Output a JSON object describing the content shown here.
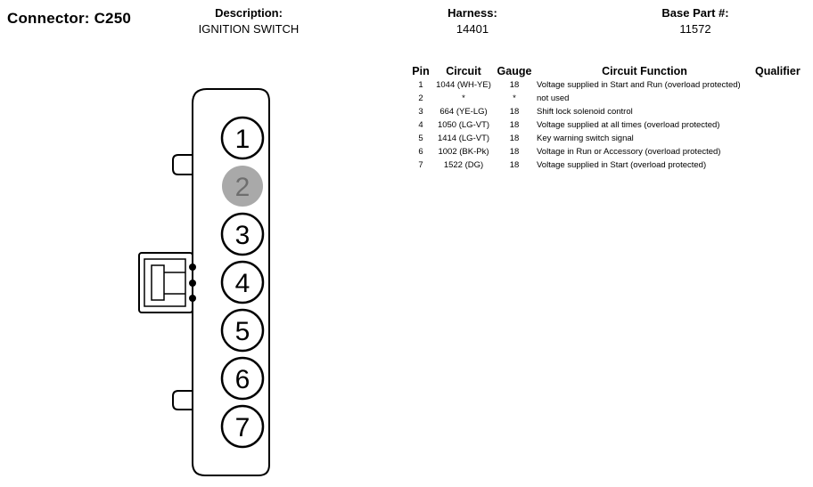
{
  "connector": {
    "title": "Connector: C250"
  },
  "header": {
    "description_label": "Description:",
    "description_value": "IGNITION SWITCH",
    "harness_label": "Harness:",
    "harness_value": "14401",
    "base_part_label": "Base Part #:",
    "base_part_value": "11572"
  },
  "table": {
    "columns": [
      "Pin",
      "Circuit",
      "Gauge",
      "Circuit Function",
      "Qualifier"
    ],
    "rows": [
      {
        "pin": "1",
        "circuit": "1044 (WH-YE)",
        "gauge": "18",
        "function": "Voltage supplied in Start and Run (overload protected)"
      },
      {
        "pin": "2",
        "circuit": "*",
        "gauge": "*",
        "function": "not used"
      },
      {
        "pin": "3",
        "circuit": "664 (YE-LG)",
        "gauge": "18",
        "function": "Shift lock solenoid control"
      },
      {
        "pin": "4",
        "circuit": "1050 (LG-VT)",
        "gauge": "18",
        "function": "Voltage supplied at all times (overload protected)"
      },
      {
        "pin": "5",
        "circuit": "1414 (LG-VT)",
        "gauge": "18",
        "function": "Key warning switch signal"
      },
      {
        "pin": "6",
        "circuit": "1002 (BK-Pk)",
        "gauge": "18",
        "function": "Voltage in Run or Accessory (overload protected)"
      },
      {
        "pin": "7",
        "circuit": "1522 (DG)",
        "gauge": "18",
        "function": "Voltage supplied in Start (overload protected)"
      }
    ]
  },
  "diagram": {
    "pins": [
      {
        "number": "1",
        "used": true
      },
      {
        "number": "2",
        "used": false
      },
      {
        "number": "3",
        "used": true
      },
      {
        "number": "4",
        "used": true
      },
      {
        "number": "5",
        "used": true
      },
      {
        "number": "6",
        "used": true
      },
      {
        "number": "7",
        "used": true
      }
    ],
    "unused_pin_color": "#a9a9a9"
  }
}
